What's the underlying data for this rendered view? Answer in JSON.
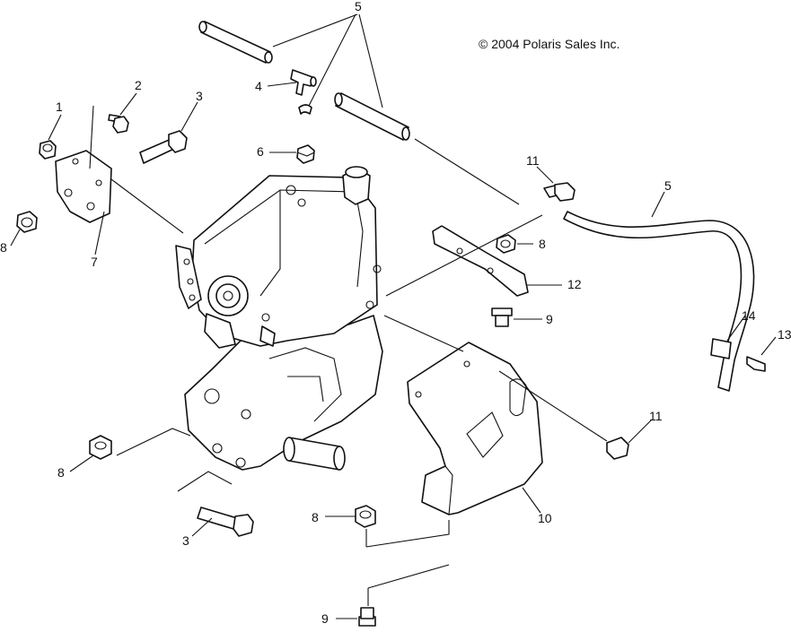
{
  "copyright": "© 2004 Polaris Sales Inc.",
  "callouts": {
    "c1": "1",
    "c2": "2",
    "c3_top": "3",
    "c3_bottom": "3",
    "c4": "4",
    "c5_top": "5",
    "c5_right": "5",
    "c6": "6",
    "c7": "7",
    "c8_left": "8",
    "c8_mid": "8",
    "c8_lower": "8",
    "c8_bottom": "8",
    "c9_mid": "9",
    "c9_bottom": "9",
    "c10": "10",
    "c11_top": "11",
    "c11_right": "11",
    "c12": "12",
    "c13": "13",
    "c14": "14"
  }
}
